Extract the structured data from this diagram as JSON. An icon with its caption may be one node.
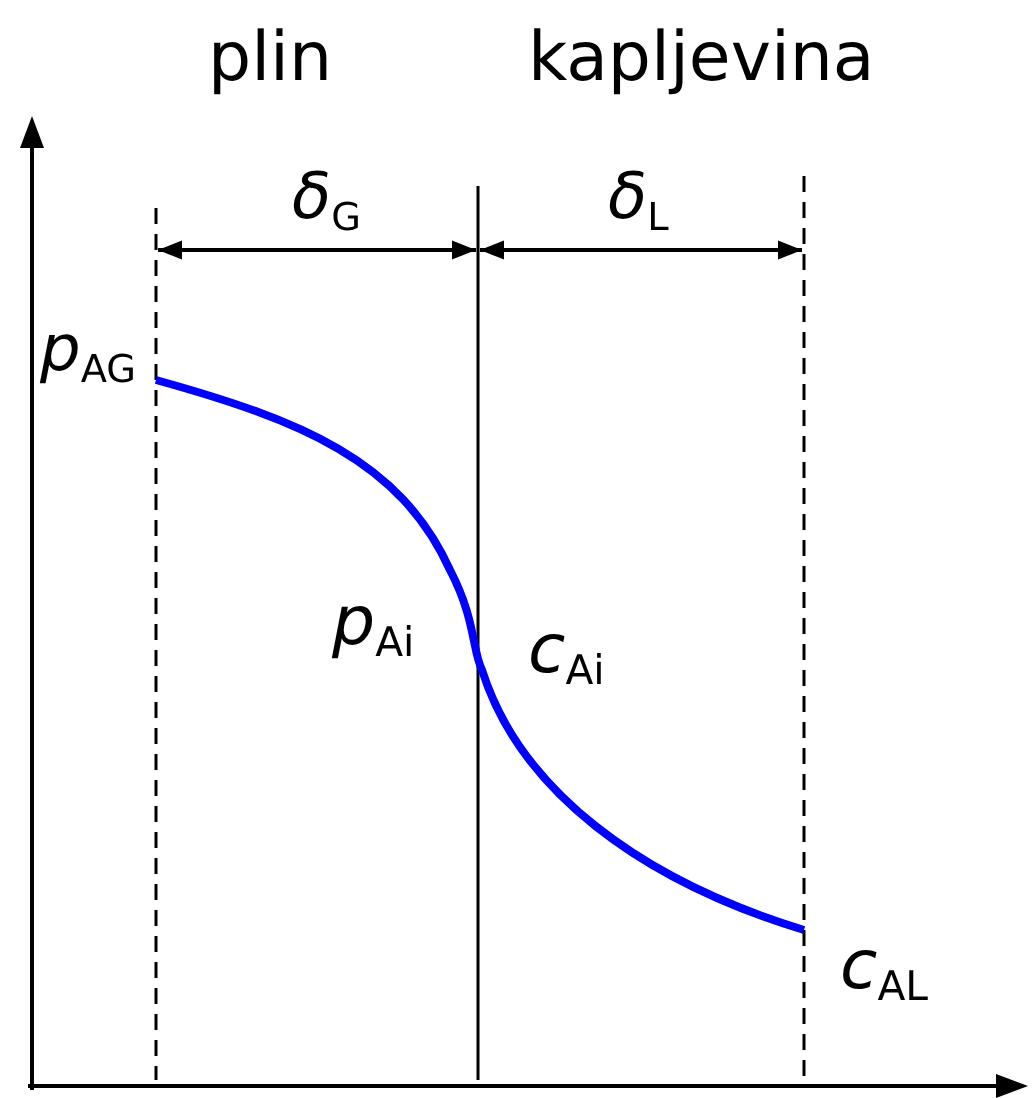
{
  "diagram": {
    "labels": [
      "plin",
      "kapljevina",
      "δ$_{G}$",
      "δ$_{L}$",
      "p$_{AG}$",
      "p$_{Ai}$",
      "c$_{Ai}$",
      "c$_{AL}$"
    ]
  }
}
